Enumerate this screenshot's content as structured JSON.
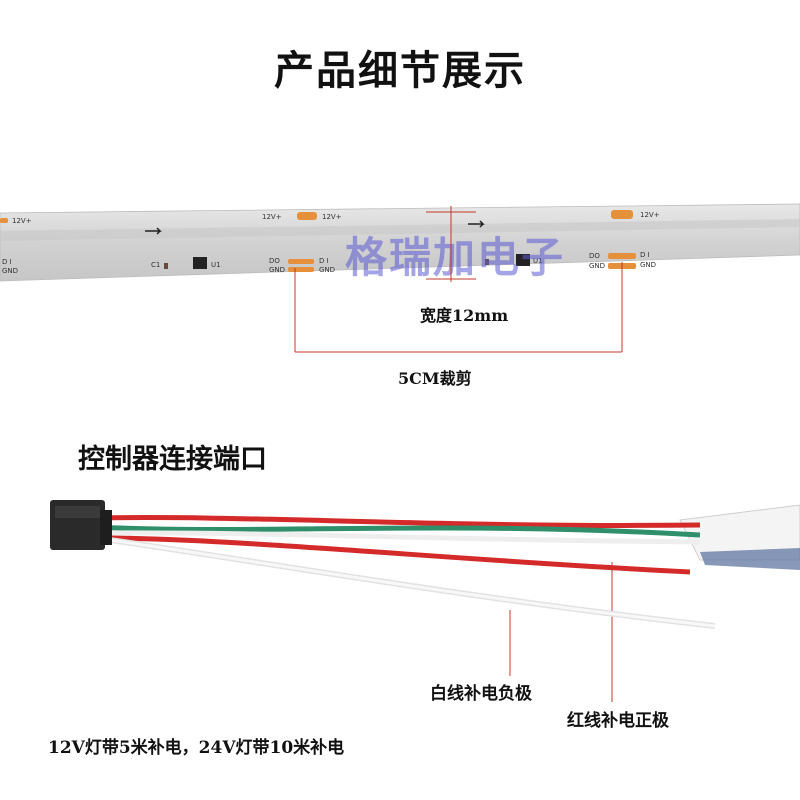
{
  "title": "产品细节展示",
  "strip": {
    "pad_labels": [
      "12V+",
      "12V+",
      "12V+",
      "12V+"
    ],
    "di_label": "D I",
    "do_label": "DO",
    "gnd_label": "GND",
    "c1_label": "C1",
    "u1_label": "U1"
  },
  "watermark": "格瑞加电子",
  "width_label": "宽度12mm",
  "cut_label": "5CM裁剪",
  "section2_title": "控制器连接端口",
  "wire_labels": {
    "white": "白线补电负极",
    "red": "红线补电正极"
  },
  "note": "12V灯带5米补电，24V灯带10米补电",
  "colors": {
    "strip": "#d4d4d4",
    "pad": "#e5903b",
    "wire_red": "#d42a2a",
    "wire_green": "#2f8f6a",
    "wire_white": "#f2f2f2",
    "marker_red": "#c0392b",
    "watermark": "#5a5ad2"
  }
}
